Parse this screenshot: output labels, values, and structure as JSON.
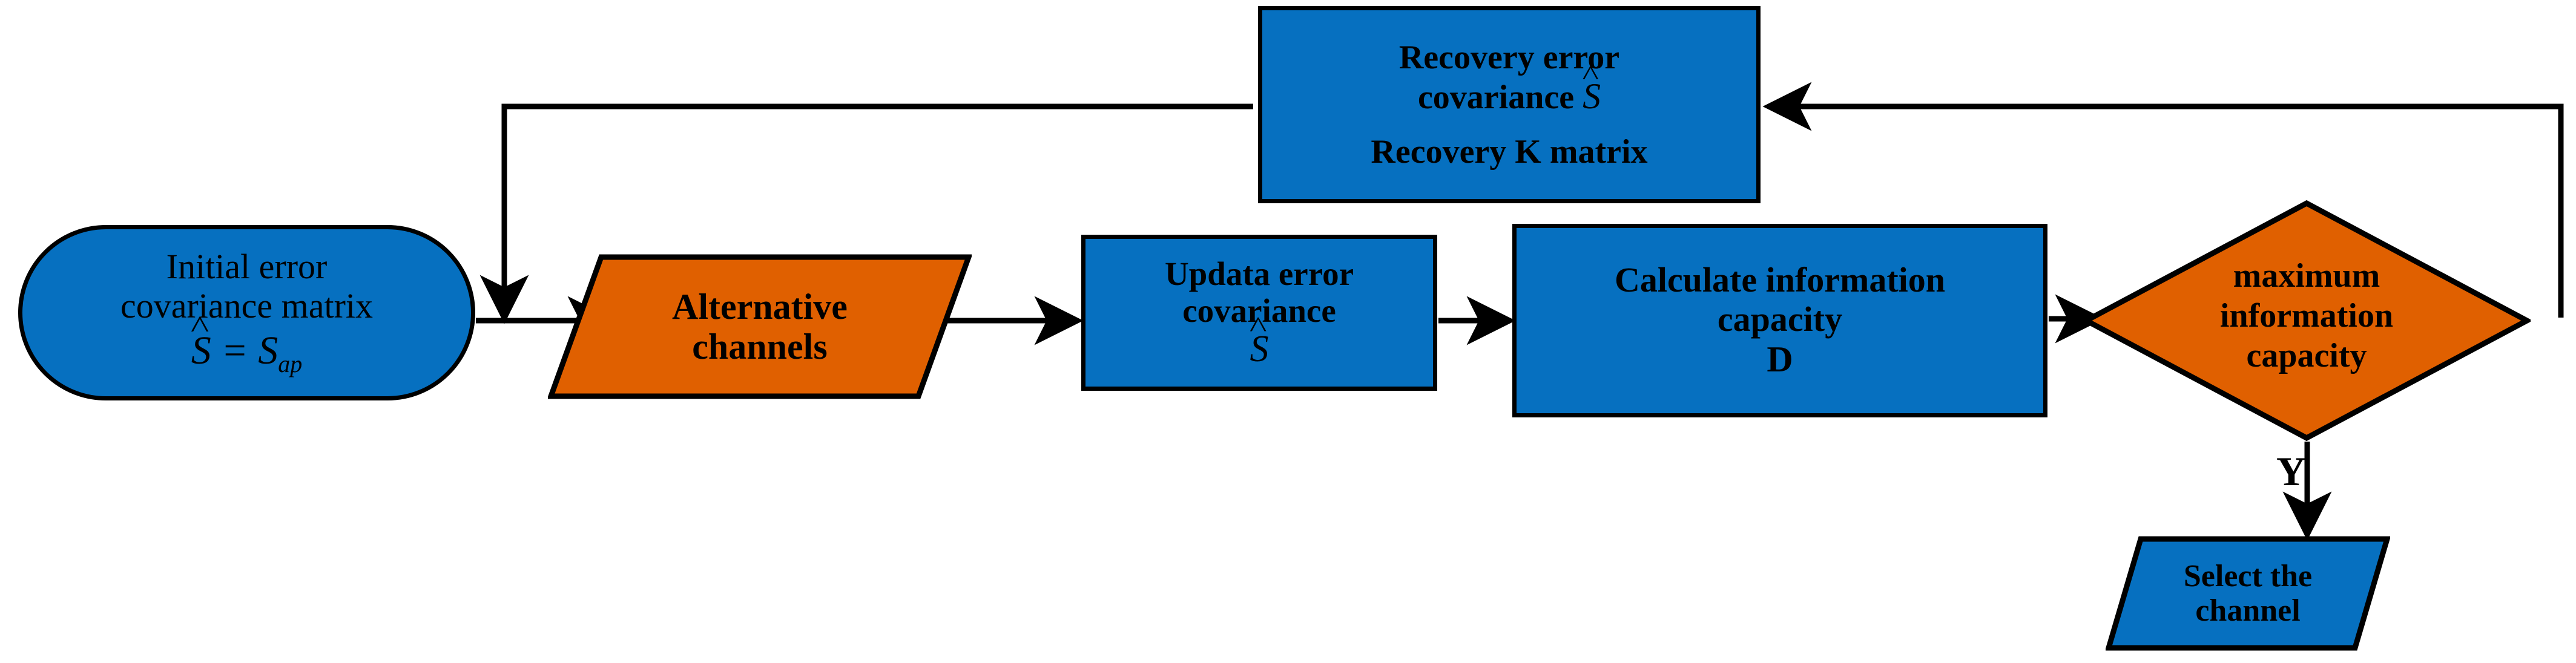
{
  "diagram": {
    "title": "Channel selection flowchart",
    "colors": {
      "blue_fill": "#0670C0",
      "orange_fill": "#E06000",
      "stroke": "#000000",
      "background": "#FFFFFF"
    }
  },
  "nodes": {
    "initial": {
      "name": "Initial error covariance matrix",
      "shape": "stadium",
      "fill": "#0670C0",
      "line1": "Initial error",
      "line2": "covariance matrix",
      "formula_hat": "S",
      "formula_eq": " = S",
      "formula_sub": "ap"
    },
    "alternative": {
      "name": "Alternative channels",
      "shape": "parallelogram",
      "fill": "#E06000",
      "line1": "Alternative",
      "line2": "channels"
    },
    "update": {
      "name": "Updata error covariance",
      "shape": "rectangle",
      "fill": "#0670C0",
      "line1": "Updata error",
      "line2": "covariance",
      "formula_hat": "S"
    },
    "calculate": {
      "name": "Calculate information capacity",
      "shape": "rectangle",
      "fill": "#0670C0",
      "line1": "Calculate information",
      "line2": "capacity",
      "line3": "D"
    },
    "decision": {
      "name": "maximum information capacity",
      "shape": "diamond",
      "fill": "#E06000",
      "line1": "maximum",
      "line2": "information",
      "line3": "capacity"
    },
    "recovery": {
      "name": "Recovery error covariance and K matrix",
      "shape": "rectangle",
      "fill": "#0670C0",
      "line1": "Recovery error",
      "line2_prefix": "covariance ",
      "line2_hat": "S",
      "line3": "Recovery K matrix"
    },
    "select": {
      "name": "Select the channel",
      "shape": "parallelogram",
      "fill": "#0670C0",
      "line1": "Select the",
      "line2": "channel"
    }
  },
  "edges": {
    "yes_label": "Y",
    "list": [
      {
        "from": "initial",
        "to": "alternative",
        "label": ""
      },
      {
        "from": "alternative",
        "to": "update",
        "label": ""
      },
      {
        "from": "update",
        "to": "calculate",
        "label": ""
      },
      {
        "from": "calculate",
        "to": "decision",
        "label": ""
      },
      {
        "from": "decision",
        "to": "select",
        "label": "Y"
      },
      {
        "from": "decision",
        "to": "recovery",
        "label": ""
      },
      {
        "from": "recovery",
        "to": "alternative",
        "label": ""
      }
    ]
  }
}
